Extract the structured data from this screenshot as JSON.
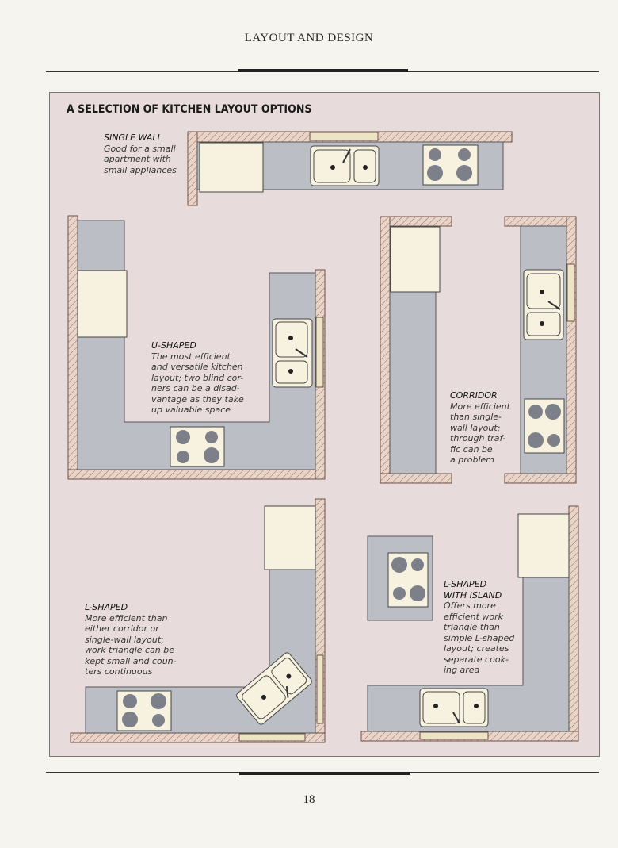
{
  "page": {
    "header": "LAYOUT AND DESIGN",
    "page_number": "18"
  },
  "panel": {
    "title": "A SELECTION OF KITCHEN LAYOUT OPTIONS",
    "layouts": {
      "single_wall": {
        "name": "SINGLE WALL",
        "description": [
          "Good for a small",
          "apartment with",
          "small appliances"
        ]
      },
      "u_shaped": {
        "name": "U-SHAPED",
        "description": [
          "The most efficient",
          "and versatile kitchen",
          "layout; two blind cor-",
          "ners can be a disad-",
          "vantage as they take",
          "up valuable space"
        ]
      },
      "corridor": {
        "name": "CORRIDOR",
        "description": [
          "More efficient",
          "than single-",
          "wall layout;",
          "through traf-",
          "fic can be",
          "a problem"
        ]
      },
      "l_shaped": {
        "name": "L-SHAPED",
        "description": [
          "More efficient than",
          "either corridor or",
          "single-wall layout;",
          "work triangle can be",
          "kept small and coun-",
          "ters continuous"
        ]
      },
      "l_shaped_island": {
        "name": [
          "L-SHAPED",
          "WITH ISLAND"
        ],
        "description": [
          "Offers more",
          "efficient work",
          "triangle than",
          "simple L-shaped",
          "layout; creates",
          "separate cook-",
          "ing area"
        ]
      }
    }
  },
  "colors": {
    "page": "#f5f4ef",
    "panel": "#e7dcdb",
    "counter": "#bcbec6",
    "wall": "#ead4c8",
    "fridge": "#f6f2df",
    "burner": "#7d7f89"
  }
}
